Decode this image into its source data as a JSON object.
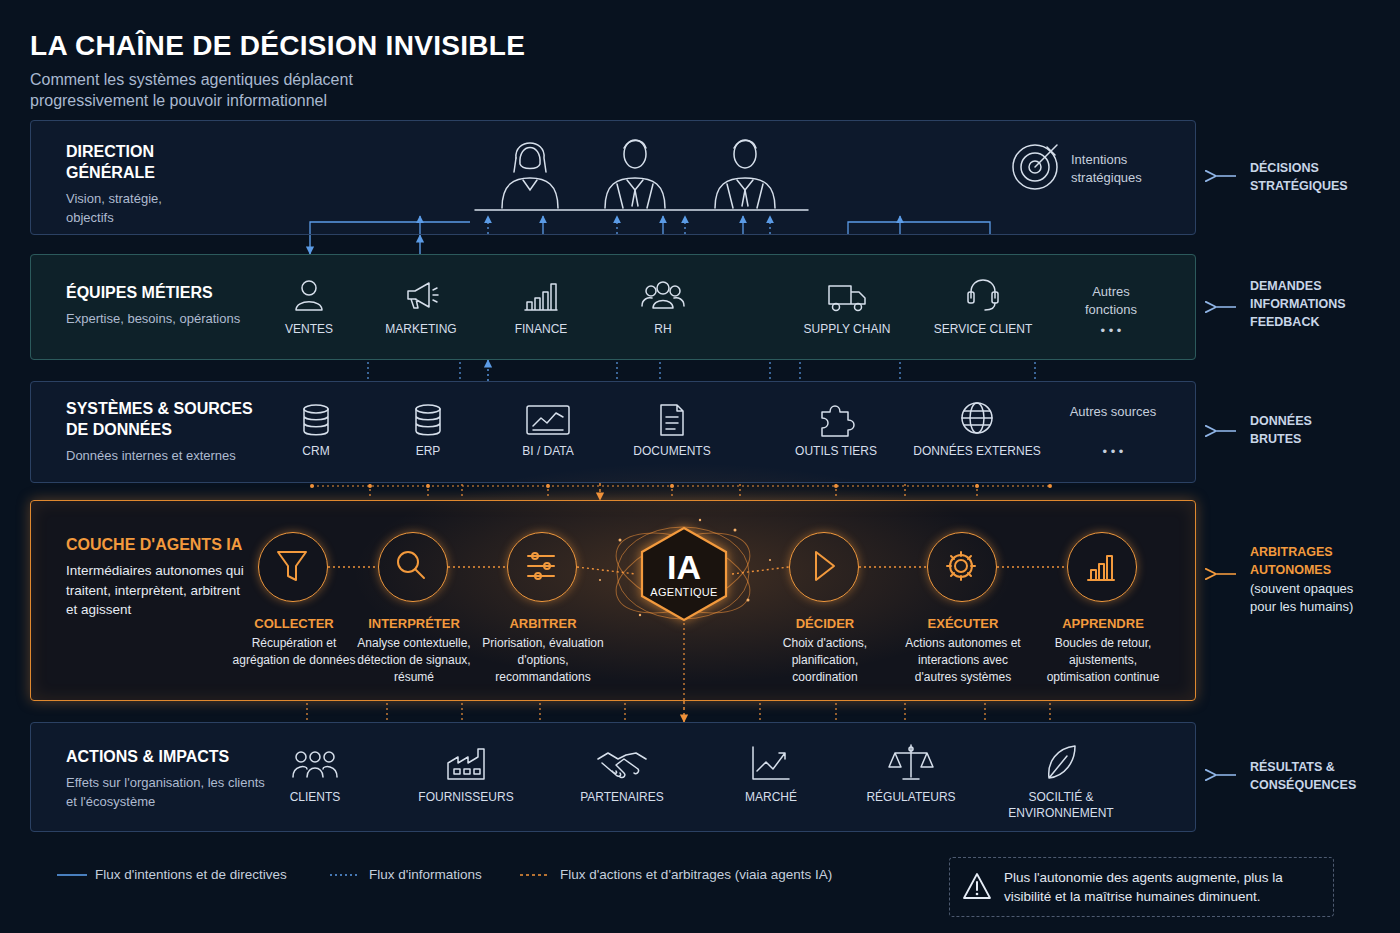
{
  "diagram": {
    "title": "LA CHAÎNE DE DÉCISION INVISIBLE",
    "caption": "Comment les systèmes agentiques déplacent progressivement le pouvoir informationnel",
    "nodes": [
      {
        "text": [
          "DIRECTION GÉNÉRALE",
          "Vision, stratégie, objectifs"
        ]
      },
      {
        "text": [
          "ÉQUIPES MÉTIERS",
          "Expertise, besoins, opérations"
        ]
      },
      {
        "text": [
          "SYSTÈMES & SOURCES DE DONNÉES",
          "Données internes et externes"
        ]
      },
      {
        "text": [
          "COUCHE D'AGENTS IA",
          "Intermédiaires autonomes qui traitent, interprètent, arbitrent et agissent"
        ]
      },
      {
        "text": [
          "COLLECTER",
          "Récupération et agrégation de données"
        ],
        "in": 3
      },
      {
        "text": [
          "INTERPRÉTER",
          "Analyse contextuelle, détection de signaux, résumé"
        ],
        "in": 3
      },
      {
        "text": [
          "ARBITRER",
          "Priorisation, évaluation d'options, recommandations"
        ],
        "in": 3
      },
      {
        "text": [
          "IA",
          "AGENTIQUE"
        ],
        "in": 3
      },
      {
        "text": [
          "DÉCIDER",
          "Choix d'actions, planification, coordination"
        ],
        "in": 3
      },
      {
        "text": [
          "EXÉCUTER",
          "Actions autonomes et interactions avec d'autres systèmes"
        ],
        "in": 3
      },
      {
        "text": [
          "APPRENDRE",
          "Boucles de retour, ajustements, optimisation continue"
        ],
        "in": 3
      },
      {
        "text": [
          "ACTIONS & IMPACTS",
          "Effets sur l'organisation, les clients et l'écosystème"
        ]
      },
      {
        "text": [
          "Plus l'autonomie des agents augmente, plus la visibilité et la maîtrise humaines diminuent."
        ]
      }
    ],
    "edges": [
      {
        "from": 0,
        "to": 1,
        "arrow": "to"
      },
      {
        "from": 1,
        "to": 0,
        "arrow": "to"
      },
      {
        "from": 2,
        "to": 1,
        "arrow": "to"
      },
      {
        "from": 2,
        "to": 3,
        "arrow": "to"
      },
      {
        "from": 3,
        "to": 11,
        "arrow": "to"
      },
      {
        "from": 4,
        "to": 5,
        "arrow": "none"
      },
      {
        "from": 5,
        "to": 6,
        "arrow": "none"
      },
      {
        "from": 6,
        "to": 7,
        "arrow": "none"
      },
      {
        "from": 7,
        "to": 8,
        "arrow": "none"
      },
      {
        "from": 8,
        "to": 9,
        "arrow": "none"
      },
      {
        "from": 9,
        "to": 10,
        "arrow": "none"
      }
    ],
    "labels": [
      "Intentions stratégiques",
      "VENTES",
      "MARKETING",
      "FINANCE",
      "RH",
      "SUPPLY CHAIN",
      "SERVICE CLIENT",
      "Autres fonctions",
      "• • •",
      "CRM",
      "ERP",
      "BI / DATA",
      "DOCUMENTS",
      "OUTILS TIERS",
      "DONNÉES EXTERNES",
      "Autres sources",
      "• • •",
      "CLIENTS",
      "FOURNISSEURS",
      "PARTENAIRES",
      "MARCHÉ",
      "RÉGULATEURS",
      "SOCILTIÉ & ENVIRONNEMENT",
      "DÉCISIONS STRATÉGIQUES",
      "DEMANDES INFORMATIONS FEEDBACK",
      "DONNÉES BRUTES",
      "ARBITRAGES AUTONOMES",
      "(souvent opaques pour les humains)",
      "RÉSULTATS & CONSÉQUENCES"
    ],
    "legend": [
      {
        "text": "Flux d'intentions et de directives"
      },
      {
        "text": "Flux d'informations"
      },
      {
        "text": "Flux d'actions et d'arbitrages (viaia agents IA)"
      }
    ]
  }
}
